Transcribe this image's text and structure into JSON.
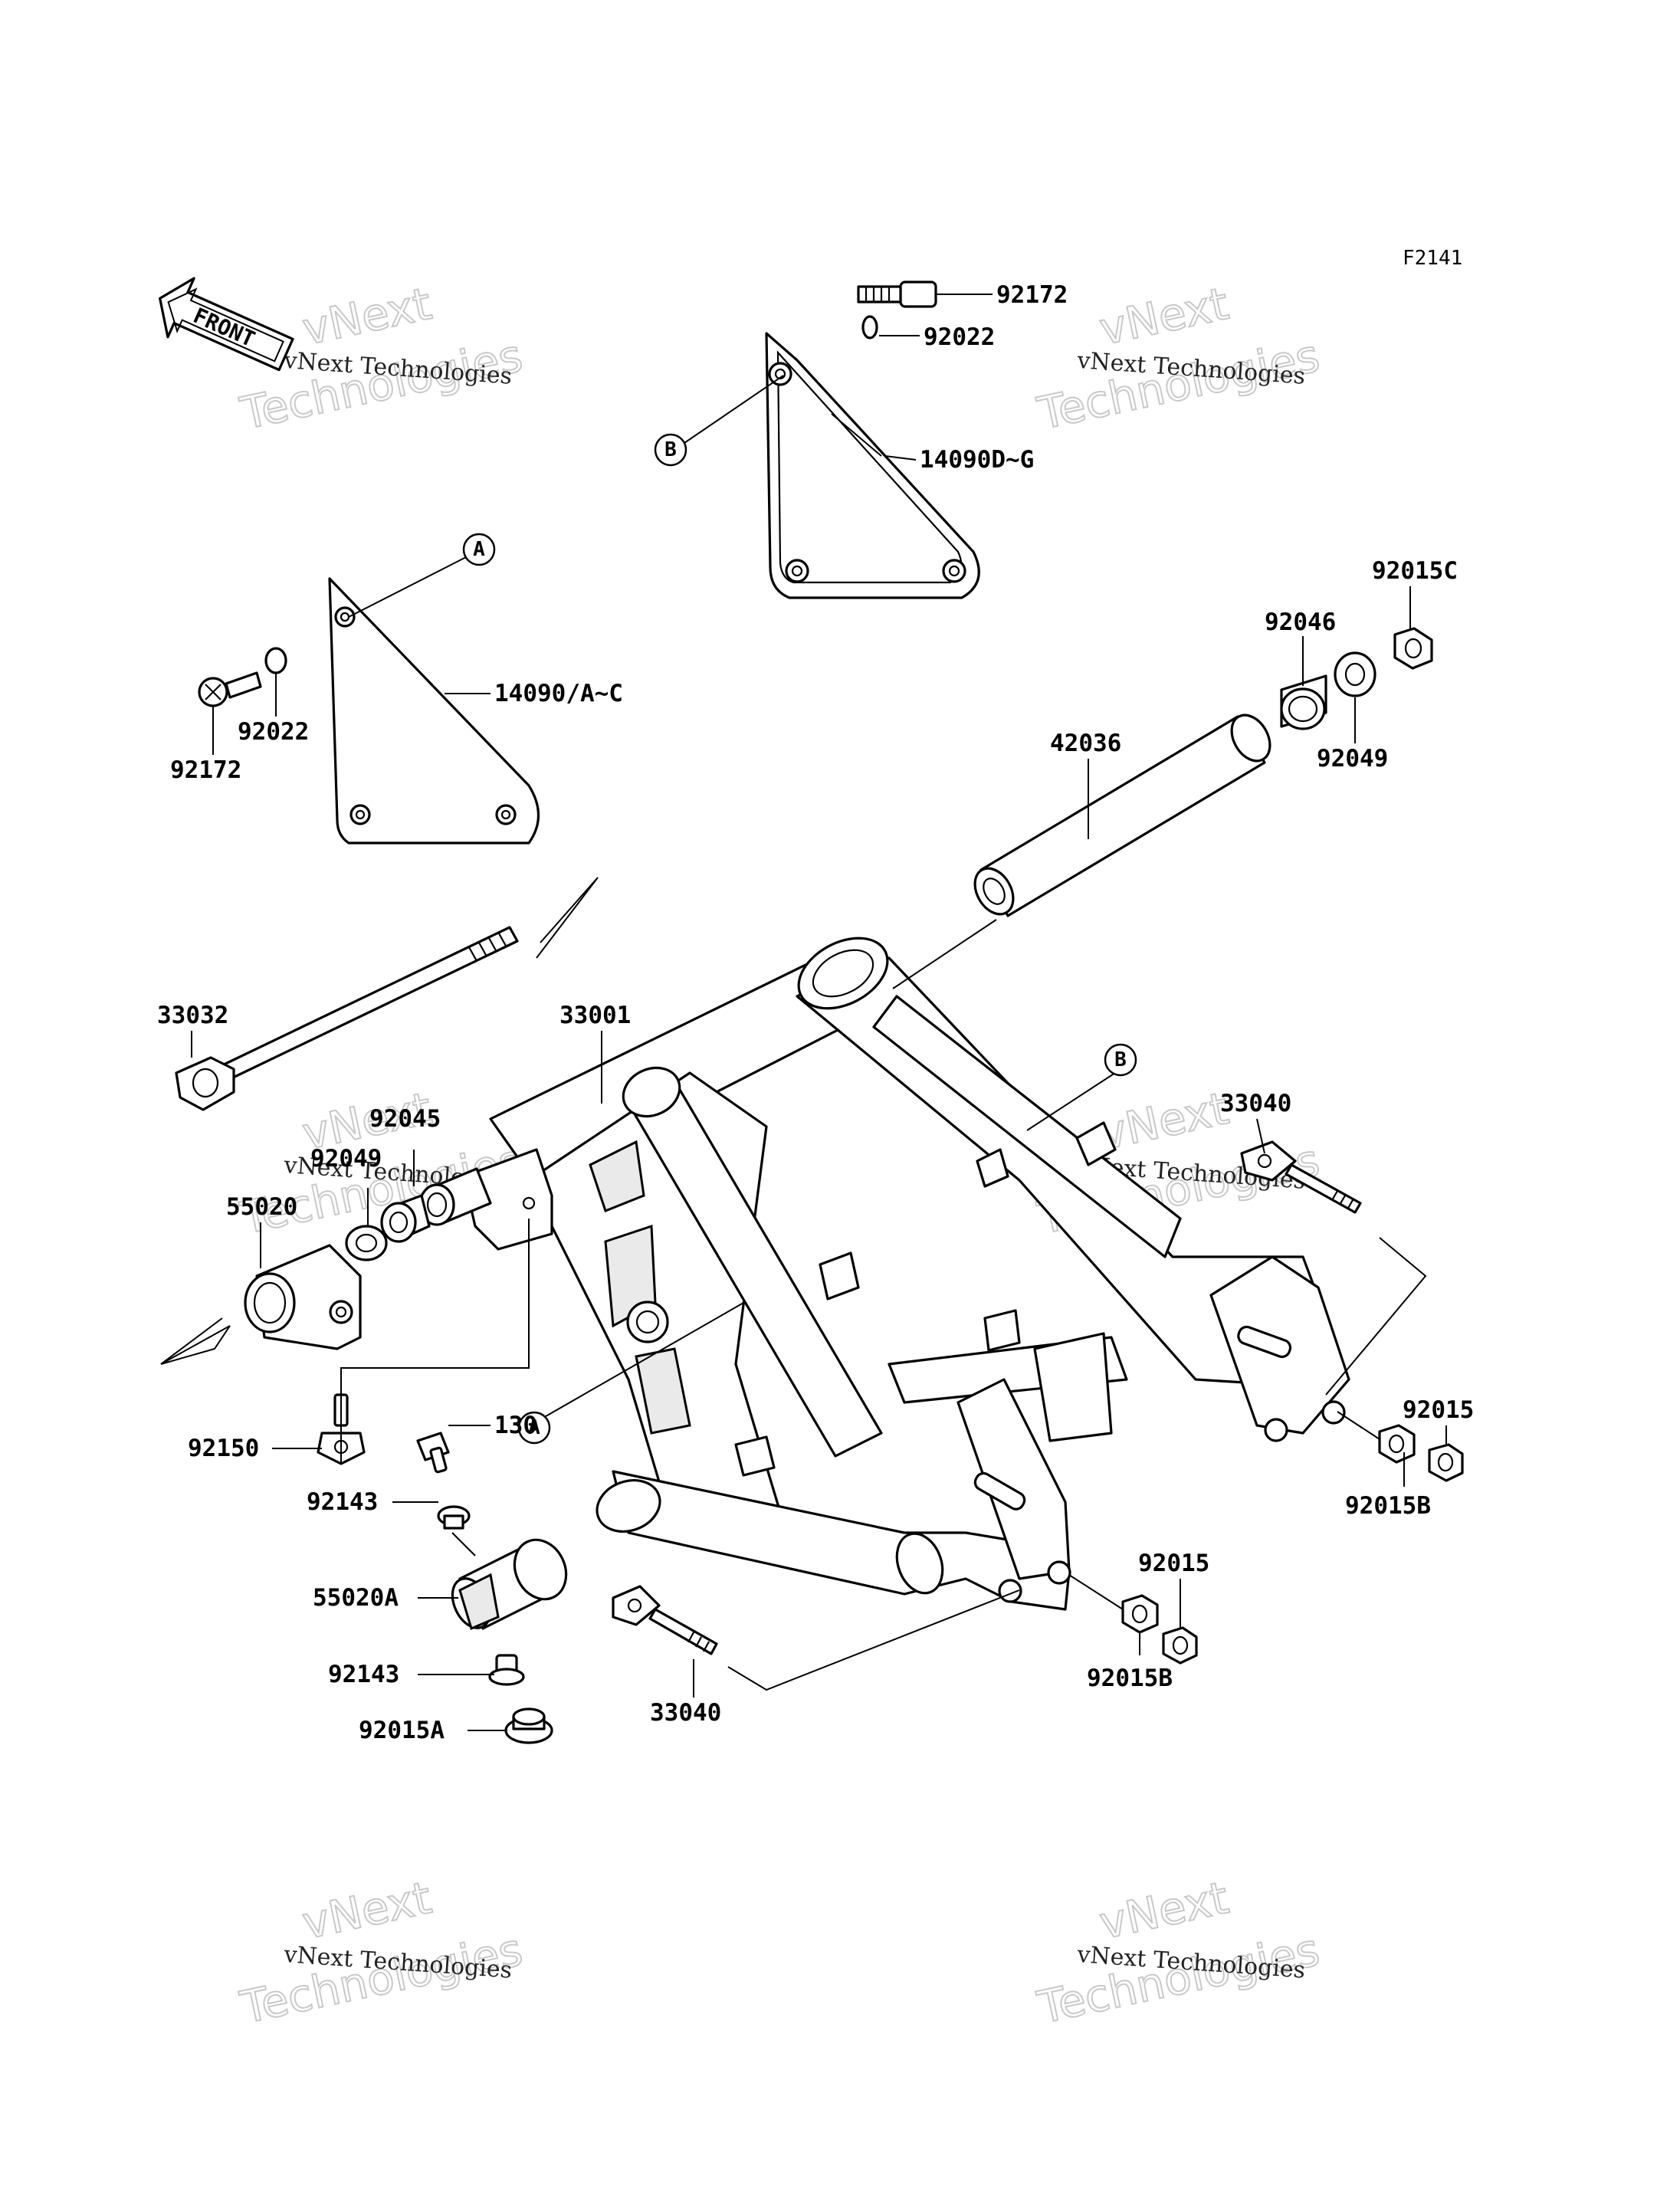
{
  "figure_code": "F2141",
  "front_badge": "FRONT",
  "watermark": {
    "line1": "vNext Technologies",
    "line2": "vNext",
    "line3": "Technologies"
  },
  "parts": {
    "p92172_top": "92172",
    "p92022_top": "92022",
    "p14090DG": "14090D~G",
    "p92015C": "92015C",
    "p92046": "92046",
    "p92049_right": "92049",
    "p42036": "42036",
    "p14090AC": "14090/A~C",
    "p92022_left": "92022",
    "p92172_left": "92172",
    "p33032": "33032",
    "p33001": "33001",
    "p92045": "92045",
    "p92049_left": "92049",
    "p55020": "55020",
    "p33040_right": "33040",
    "p92015_right": "92015",
    "p92015B_right": "92015B",
    "p92150": "92150",
    "p130": "130",
    "p92143_top": "92143",
    "p55020A": "55020A",
    "p92143_bottom": "92143",
    "p92015A": "92015A",
    "p33040_bottom": "33040",
    "p92015_bottom": "92015",
    "p92015B_bottom": "92015B"
  },
  "callouts": {
    "a_top": "A",
    "b_top": "B",
    "b_mid": "B",
    "a_low": "A"
  }
}
